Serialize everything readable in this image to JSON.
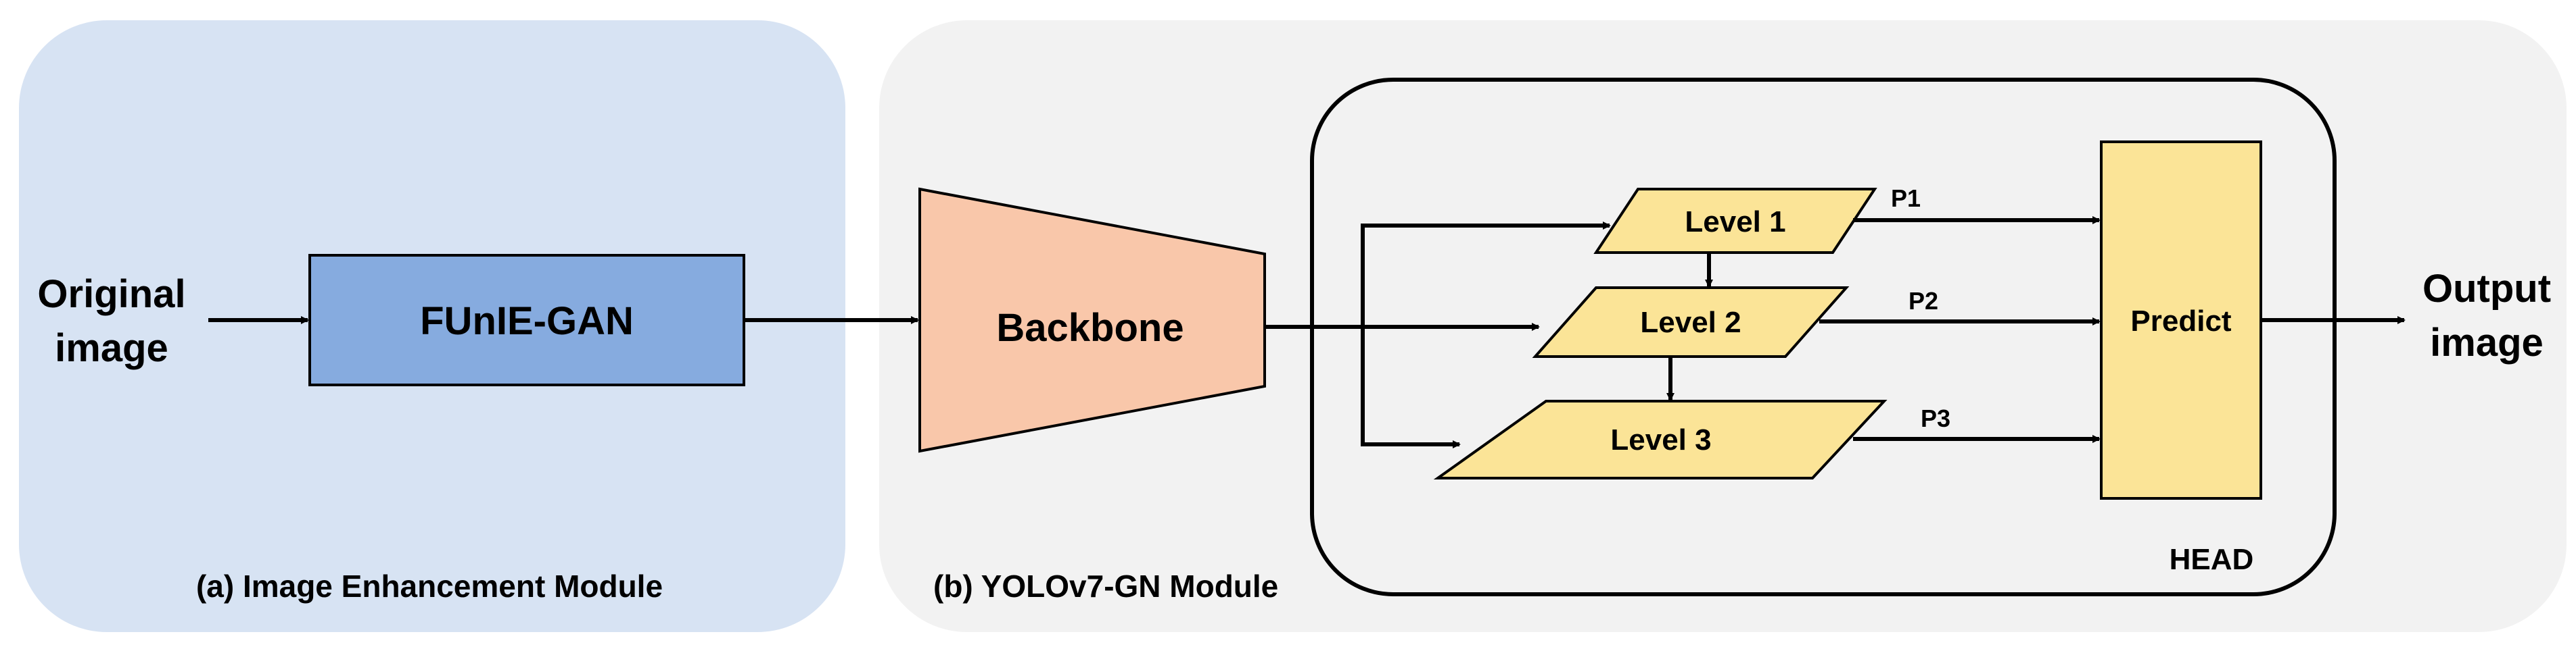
{
  "input_label": [
    "Original",
    "image"
  ],
  "output_label": [
    "Output",
    "image"
  ],
  "enhancement_block": "FUnIE-GAN",
  "backbone_block": "Backbone",
  "levels": [
    "Level 1",
    "Level 2",
    "Level 3"
  ],
  "outputs": [
    "P1",
    "P2",
    "P3"
  ],
  "predict_block": "Predict",
  "head_label": "HEAD",
  "modules": {
    "a": "(a) Image Enhancement Module",
    "b": "(b) YOLOv7-GN Module"
  },
  "colors": {
    "module_a_bg": "#d7e3f3",
    "module_b_bg": "#f2f2f2",
    "enhancement_fill": "#86abdf",
    "backbone_fill": "#f9c7aa",
    "level_fill": "#fbe497",
    "stroke": "#000000"
  }
}
